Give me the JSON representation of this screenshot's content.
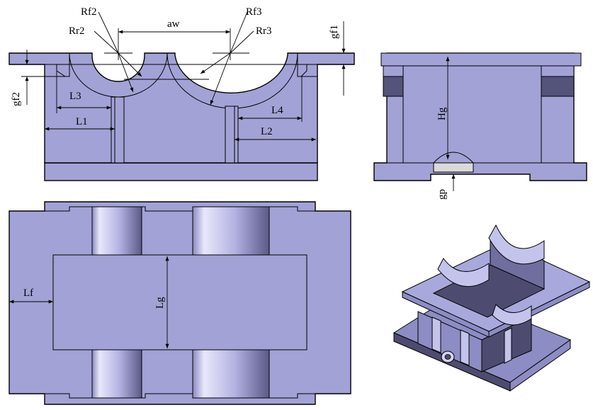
{
  "colors": {
    "body": "#a3a2d6",
    "shadow": "#54537a",
    "background": "#ffffff",
    "line": "#000000"
  },
  "labels": {
    "aw": "aw",
    "Rf2": "Rf2",
    "Rr2": "Rr2",
    "Rf3": "Rf3",
    "Rr3": "Rr3",
    "gf1": "gf1",
    "gf2": "gf2",
    "L1": "L1",
    "L2": "L2",
    "L3": "L3",
    "L4": "L4",
    "Hg": "Hg",
    "gp": "gp",
    "Lf": "Lf",
    "Lg": "Lg"
  }
}
